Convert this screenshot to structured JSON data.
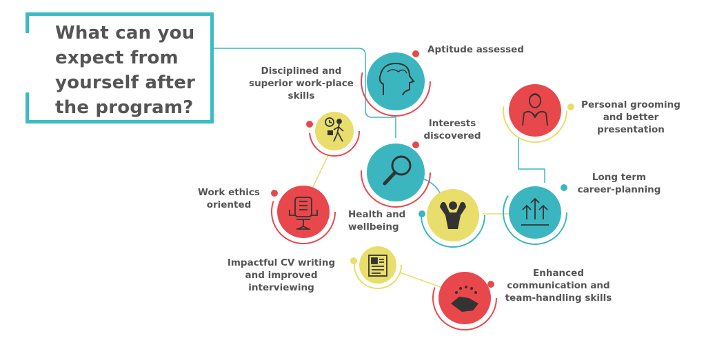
{
  "title": "What can you expect from yourself after the program?",
  "nodes": [
    {
      "id": "aptitude",
      "label": "Aptitude assessed",
      "icon": "brain-head-icon",
      "fill": "#3bb6c0",
      "accent": "#e8474c"
    },
    {
      "id": "interests",
      "label": "Interests discovered",
      "icon": "magnifier-icon",
      "fill": "#3bb6c0",
      "accent": "#e8474c"
    },
    {
      "id": "health",
      "label": "Health and wellbeing",
      "icon": "muscle-man-icon",
      "fill": "#e9dd6b",
      "accent": "#3bb6c0"
    },
    {
      "id": "disciplined",
      "label": "Disciplined and superior work-place skills",
      "icon": "walking-clock-icon",
      "fill": "#e9dd6b",
      "accent": "#e8474c"
    },
    {
      "id": "ethics",
      "label": "Work ethics oriented",
      "icon": "office-chair-icon",
      "fill": "#e8474c",
      "accent": "#e8474c"
    },
    {
      "id": "cv",
      "label": "Impactful CV writing and improved interviewing",
      "icon": "resume-icon",
      "fill": "#e9dd6b",
      "accent": "#e9dd6b"
    },
    {
      "id": "communication",
      "label": "Enhanced communication and team-handling skills",
      "icon": "handshake-icon",
      "fill": "#e8474c",
      "accent": "#e8474c"
    },
    {
      "id": "grooming",
      "label": "Personal grooming and better presentation",
      "icon": "groom-man-icon",
      "fill": "#e8474c",
      "accent": "#e9dd6b"
    },
    {
      "id": "career",
      "label": "Long term career-planning",
      "icon": "growth-arrows-icon",
      "fill": "#3bb6c0",
      "accent": "#3bb6c0"
    }
  ],
  "colors": {
    "teal": "#3bb6c0",
    "red": "#e8474c",
    "yellow": "#e9dd6b",
    "text": "#555555"
  }
}
